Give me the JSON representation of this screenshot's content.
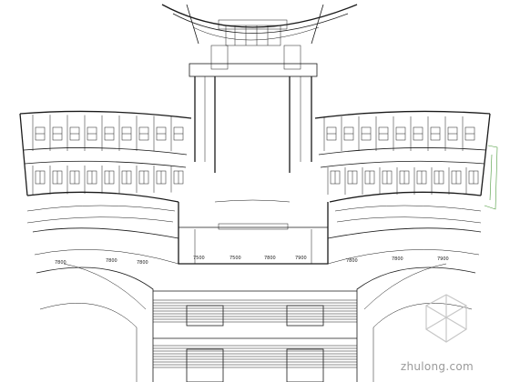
{
  "labels": {
    "dim_7500": "7500",
    "dim_7800": "7800",
    "dim_7900": "7900"
  },
  "watermark": {
    "text": "zhulong.com"
  }
}
